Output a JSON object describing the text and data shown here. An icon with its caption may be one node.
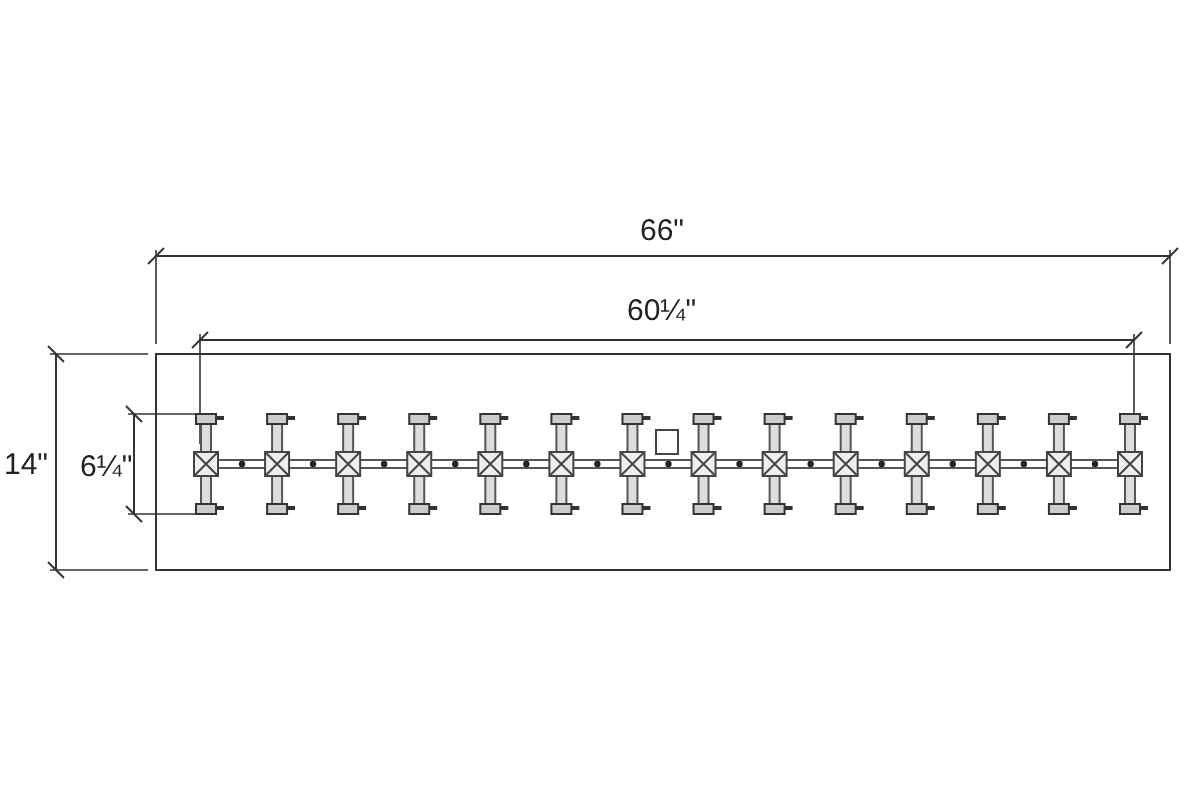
{
  "diagram": {
    "labels": [
      "66\"",
      "60¼\"",
      "14\"",
      "6¼\""
    ]
  }
}
